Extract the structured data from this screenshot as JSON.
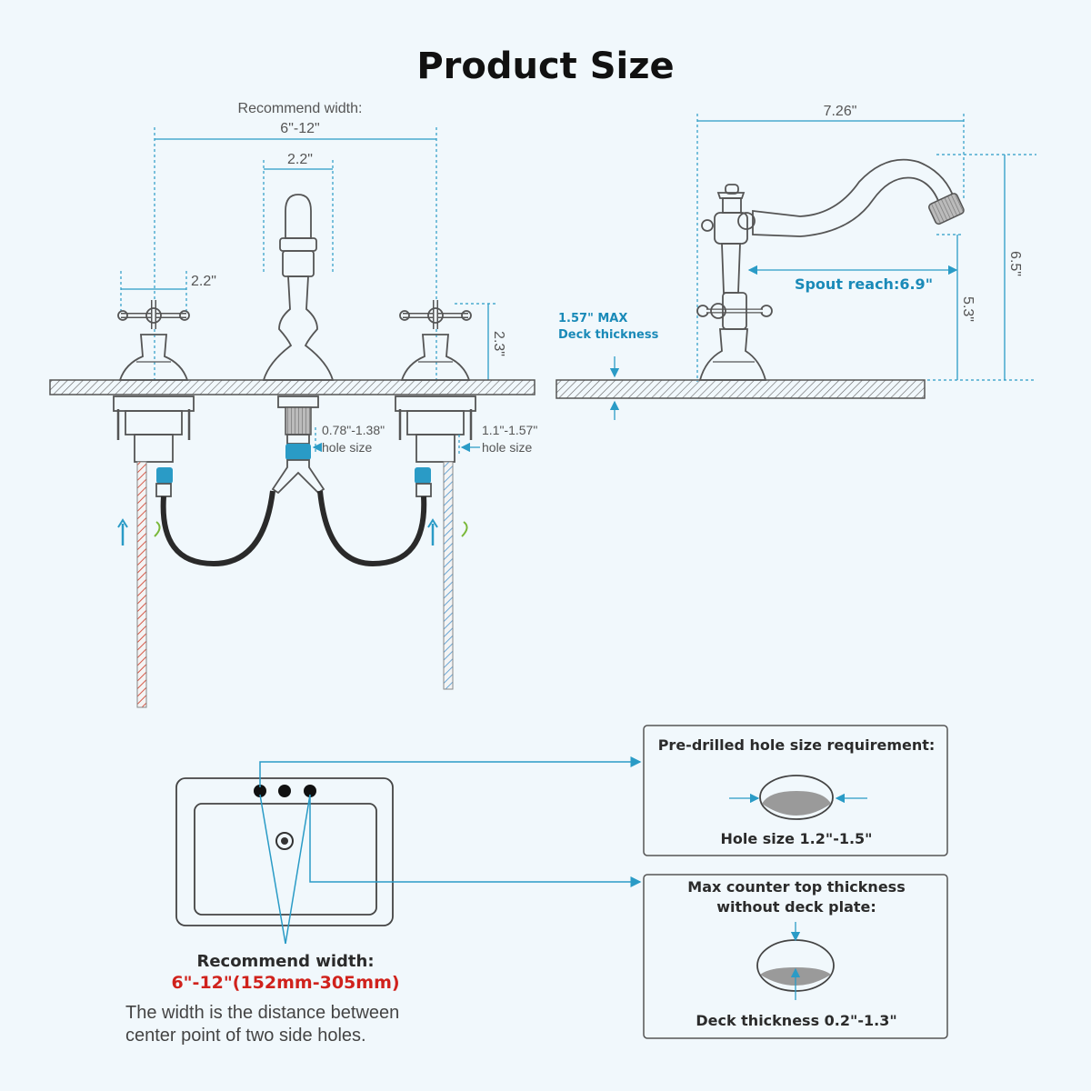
{
  "title": "Product Size",
  "front_view": {
    "recommend_width_line1": "Recommend width:",
    "recommend_width_line2": "6\"-12\"",
    "spout_width": "2.2\"",
    "handle_width": "2.2\"",
    "handle_height": "2.3\"",
    "center_hole_size_value": "0.78\"-1.38\"",
    "center_hole_size_label": "hole size",
    "side_hole_size_value": "1.1\"-1.57\"",
    "side_hole_size_label": "hole size"
  },
  "side_view": {
    "overall_length": "7.26\"",
    "overall_height": "6.5\"",
    "spout_height": "5.3\"",
    "spout_reach": "Spout reach:6.9\"",
    "deck_thickness_line1": "1.57\" MAX",
    "deck_thickness_line2": "Deck thickness"
  },
  "hole_requirement_box": {
    "title": "Pre-drilled hole size requirement:",
    "caption": "Hole size 1.2\"-1.5\""
  },
  "counter_box": {
    "title_line1": "Max counter top thickness",
    "title_line2": "without deck plate:",
    "caption": "Deck thickness 0.2\"-1.3\""
  },
  "sink_diagram": {
    "recommend_label": "Recommend width:",
    "recommend_value": "6\"-12\"(152mm-305mm)",
    "note_line1": "The width is the distance between",
    "note_line2": "center point of two side holes."
  },
  "colors": {
    "accent_blue": "#2a9bc6",
    "highlight_red": "#d0221c",
    "hose_black": "#2a2a2a"
  }
}
